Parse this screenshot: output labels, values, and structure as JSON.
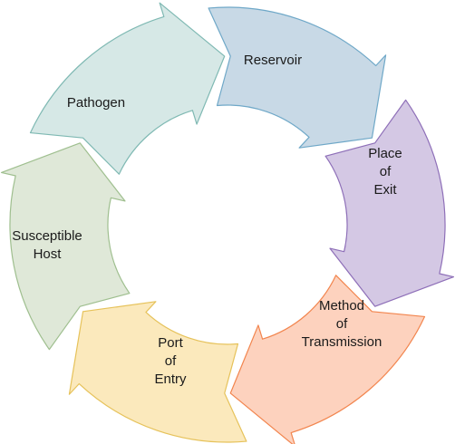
{
  "diagram": {
    "segments": [
      {
        "id": "pathogen",
        "lines": [
          "Pathogen"
        ],
        "fill": "#d6e8e6",
        "stroke": "#7fb9b3"
      },
      {
        "id": "reservoir",
        "lines": [
          "Reservoir"
        ],
        "fill": "#c8d9e6",
        "stroke": "#6fa8c8"
      },
      {
        "id": "place-of-exit",
        "lines": [
          "Place",
          "of",
          "Exit"
        ],
        "fill": "#d4c8e4",
        "stroke": "#8e6fb8"
      },
      {
        "id": "method-of-transmission",
        "lines": [
          "Method",
          "of",
          "Transmission"
        ],
        "fill": "#fdd2be",
        "stroke": "#f2854e"
      },
      {
        "id": "port-of-entry",
        "lines": [
          "Port",
          "of",
          "Entry"
        ],
        "fill": "#fbe9bc",
        "stroke": "#e6c25a"
      },
      {
        "id": "susceptible-host",
        "lines": [
          "Susceptible",
          "Host"
        ],
        "fill": "#dfe8d8",
        "stroke": "#9fbf8f"
      }
    ]
  }
}
